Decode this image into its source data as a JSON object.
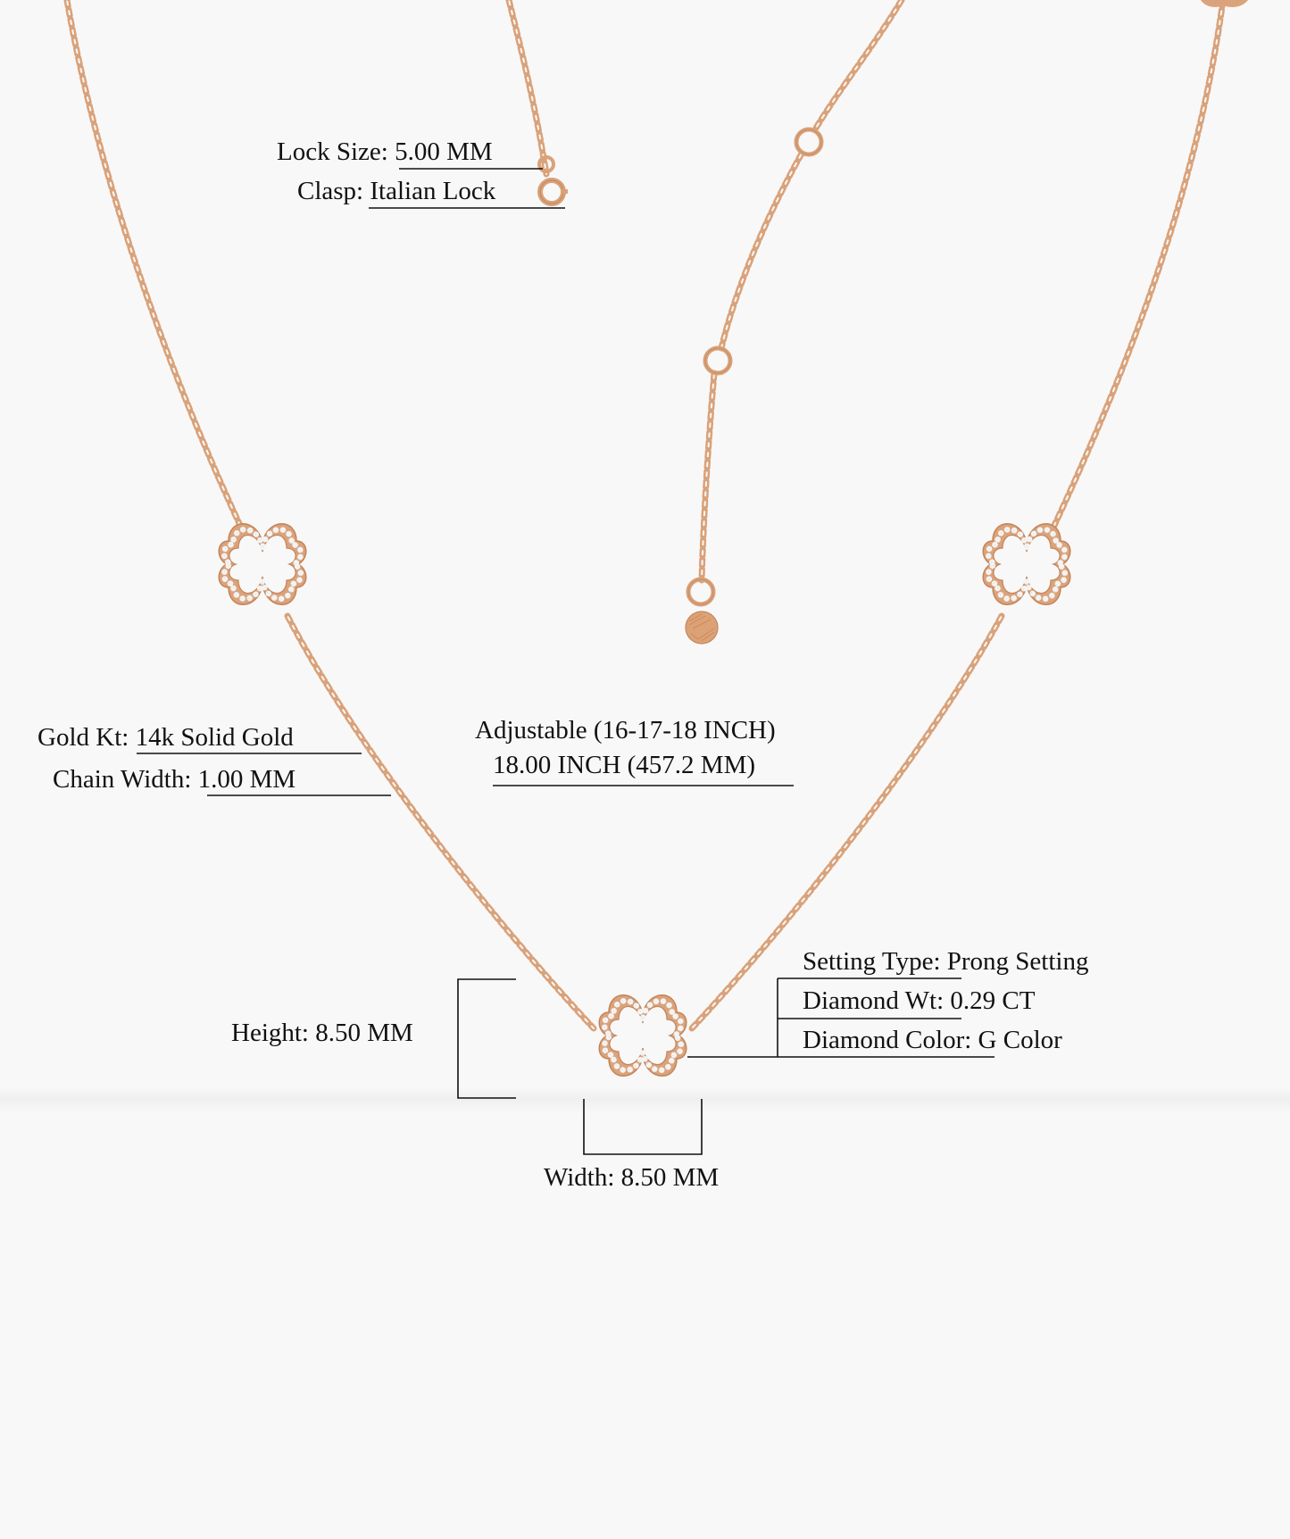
{
  "product": {
    "type": "Clover station necklace",
    "metal_color": "#d9a27a",
    "metal_dark": "#c4855a",
    "diamond_color": "#f1f1f1",
    "background": "#f8f8f8"
  },
  "specs": {
    "lock_size": {
      "label": "Lock Size:",
      "value": " 5.00 MM"
    },
    "clasp": {
      "label": "Clasp:",
      "value": " Italian Lock"
    },
    "gold_kt": {
      "label": "Gold Kt:",
      "value": " 14k Solid Gold"
    },
    "chain_width": {
      "label": "Chain Width:",
      "value": " 1.00 MM"
    },
    "length_adjustable": "Adjustable (16-17-18 INCH)",
    "length": "18.00 INCH (457.2 MM)",
    "setting_type": {
      "label": "Setting Type:",
      "value": " Prong Setting"
    },
    "diamond_wt": {
      "label": "Diamond Wt:",
      "value": " 0.29 CT"
    },
    "diamond_color": {
      "label": "Diamond Color:",
      "value": " G Color"
    },
    "height": {
      "label": "Height:",
      "value": " 8.50 MM"
    },
    "width": {
      "label": "Width:",
      "value": " 8.50 MM"
    }
  },
  "icons": {
    "clover_pendant": "clover-pendant-icon",
    "spring_ring_clasp": "clasp-icon",
    "jump_ring": "jump-ring-icon",
    "logo_disc": "logo-disc-icon"
  }
}
